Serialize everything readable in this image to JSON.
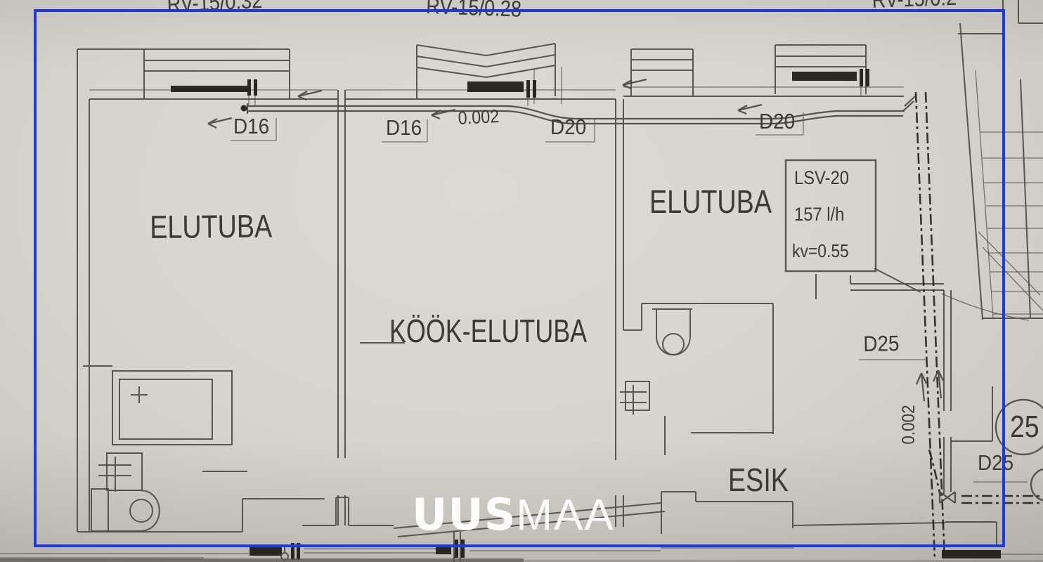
{
  "colors": {
    "frame_blue": "#1e38e2",
    "ink": "#4f4a43",
    "ink_dark": "#23201b",
    "paper": "#d8d4ce",
    "watermark": "#ffffff"
  },
  "top_labels": {
    "rv_left": "RV-15/0.32",
    "rv_center": "RV-15/0.28",
    "rv_right": "RV-15/0.2"
  },
  "pipe_labels": {
    "d16_a": "D16",
    "d16_b": "D16",
    "slope_top": "0.002",
    "d20_a": "D20",
    "d20_b": "D20"
  },
  "riser_labels": {
    "d25_a": "D25",
    "slope_riser": "0.002",
    "riser_circle_number": "25",
    "d25_b": "D25"
  },
  "rooms": {
    "living_left": "ELUTUBA",
    "kitchen_living": "KÖÖK-ELUTUBA",
    "living_right": "ELUTUBA",
    "hallway": "ESIK"
  },
  "valve_box": {
    "model": "LSV-20",
    "flow": "157 l/h",
    "kv": "kv=0.55"
  },
  "watermark": {
    "bold": "UUS",
    "light": "MAA"
  }
}
